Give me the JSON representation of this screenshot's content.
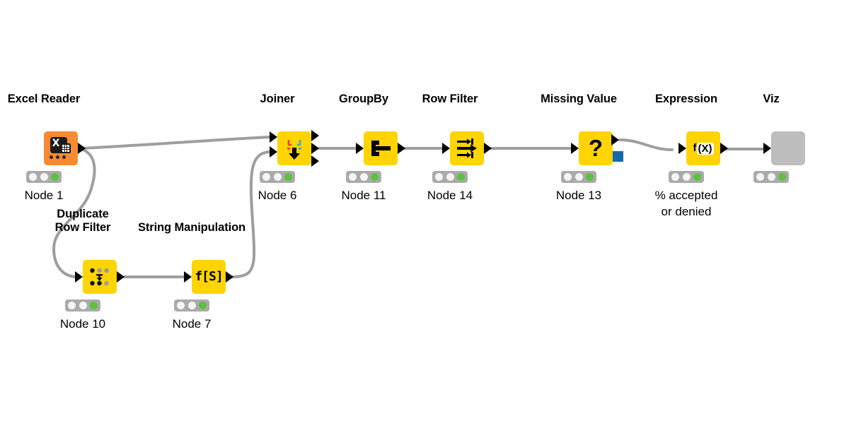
{
  "workflow": {
    "canvas_background": "#ffffff",
    "node_yellow": "#FFD400",
    "node_orange": "#F68B33",
    "node_gray": "#BDBDBD",
    "port_blue": "#1569AD",
    "status_green": "#5CC13F",
    "edge_color": "#9E9E9E"
  },
  "nodes": [
    {
      "id": "node1",
      "title": "Excel Reader",
      "caption": "Node 1",
      "icon": "excel-reader-icon",
      "status": [
        "idle",
        "idle",
        "green"
      ]
    },
    {
      "id": "node6",
      "title": "Joiner",
      "caption": "Node 6",
      "icon": "joiner-icon",
      "status": [
        "idle",
        "idle",
        "green"
      ]
    },
    {
      "id": "node11",
      "title": "GroupBy",
      "caption": "Node 11",
      "icon": "groupby-icon",
      "status": [
        "idle",
        "idle",
        "green"
      ]
    },
    {
      "id": "node14",
      "title": "Row Filter",
      "caption": "Node 14",
      "icon": "row-filter-icon",
      "status": [
        "idle",
        "idle",
        "green"
      ]
    },
    {
      "id": "node13",
      "title": "Missing Value",
      "caption": "Node 13",
      "icon": "question-mark-icon",
      "status": [
        "idle",
        "idle",
        "green"
      ]
    },
    {
      "id": "node_expression",
      "title": "Expression",
      "caption": "% accepted\nor denied",
      "caption_line1": "% accepted",
      "caption_line2": "or denied",
      "icon": "fx-icon",
      "status": [
        "idle",
        "idle",
        "green"
      ]
    },
    {
      "id": "node_viz",
      "title": "Viz",
      "caption": "",
      "icon": "none",
      "status": [
        "idle",
        "idle",
        "green"
      ]
    },
    {
      "id": "node10",
      "title_line1": "Duplicate",
      "title_line2": "Row Filter",
      "title": "Duplicate Row Filter",
      "caption": "Node 10",
      "icon": "duplicate-row-filter-icon",
      "status": [
        "idle",
        "idle",
        "green"
      ]
    },
    {
      "id": "node7",
      "title": "String Manipulation",
      "caption": "Node 7",
      "icon": "fs-icon",
      "status": [
        "idle",
        "idle",
        "green"
      ]
    }
  ],
  "excel_icon": {
    "letter": "X"
  }
}
